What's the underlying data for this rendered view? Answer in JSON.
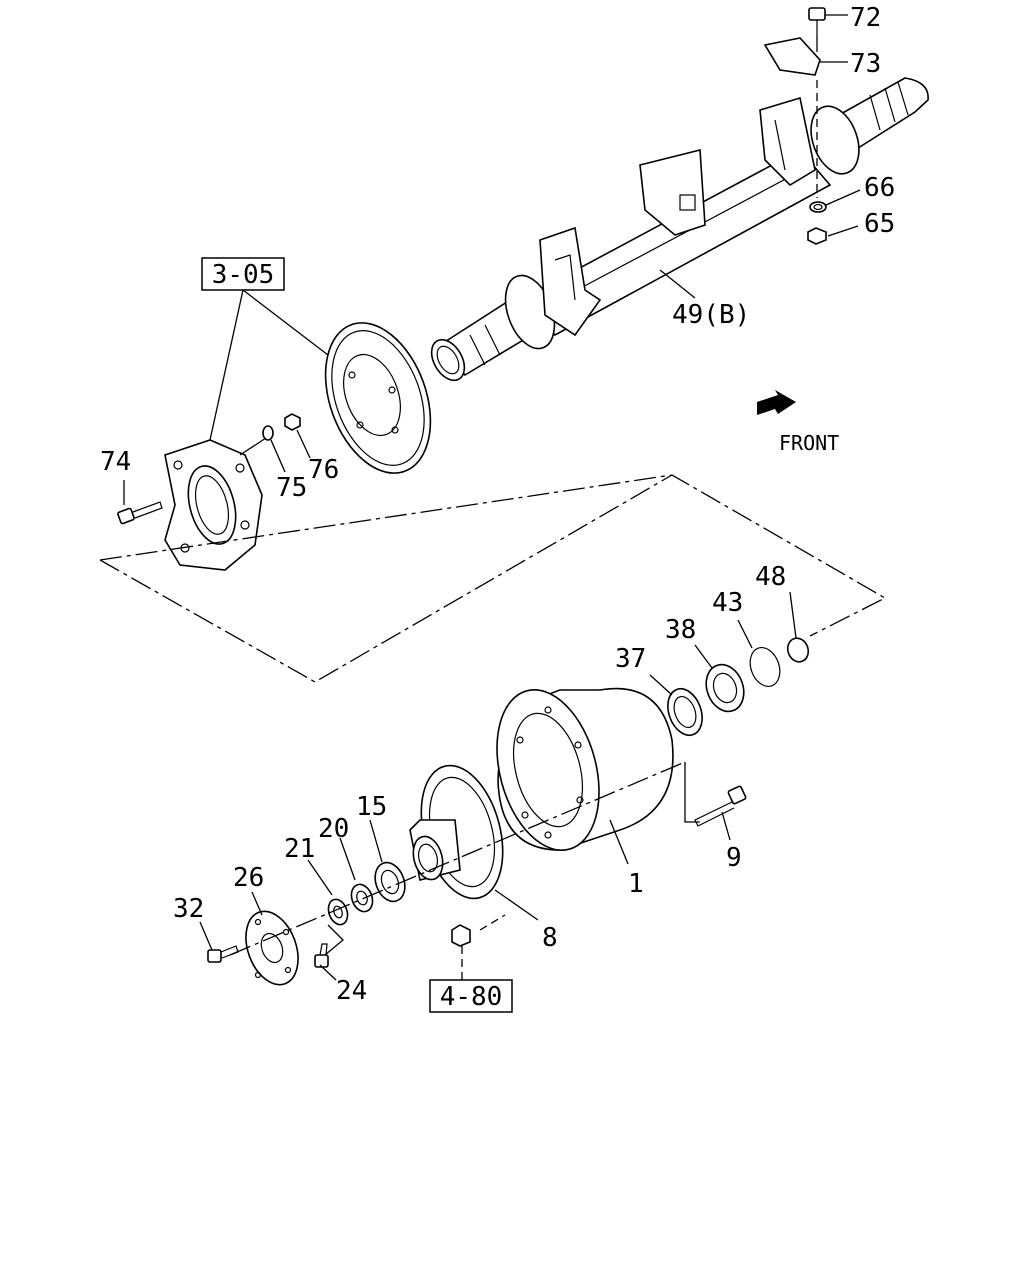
{
  "diagram": {
    "direction_label": "FRONT",
    "reference_boxes": [
      {
        "id": "ref-3-05",
        "text": "3-05"
      },
      {
        "id": "ref-4-80",
        "text": "4-80"
      }
    ],
    "callouts": [
      {
        "id": "c72",
        "text": "72"
      },
      {
        "id": "c73",
        "text": "73"
      },
      {
        "id": "c66",
        "text": "66"
      },
      {
        "id": "c65",
        "text": "65"
      },
      {
        "id": "c49",
        "text": "49(B)"
      },
      {
        "id": "c74",
        "text": "74"
      },
      {
        "id": "c75",
        "text": "75"
      },
      {
        "id": "c76",
        "text": "76"
      },
      {
        "id": "c48",
        "text": "48"
      },
      {
        "id": "c43",
        "text": "43"
      },
      {
        "id": "c38",
        "text": "38"
      },
      {
        "id": "c37",
        "text": "37"
      },
      {
        "id": "c15",
        "text": "15"
      },
      {
        "id": "c20",
        "text": "20"
      },
      {
        "id": "c21",
        "text": "21"
      },
      {
        "id": "c26",
        "text": "26"
      },
      {
        "id": "c32",
        "text": "32"
      },
      {
        "id": "c24",
        "text": "24"
      },
      {
        "id": "c1",
        "text": "1"
      },
      {
        "id": "c8",
        "text": "8"
      },
      {
        "id": "c9",
        "text": "9"
      }
    ]
  }
}
